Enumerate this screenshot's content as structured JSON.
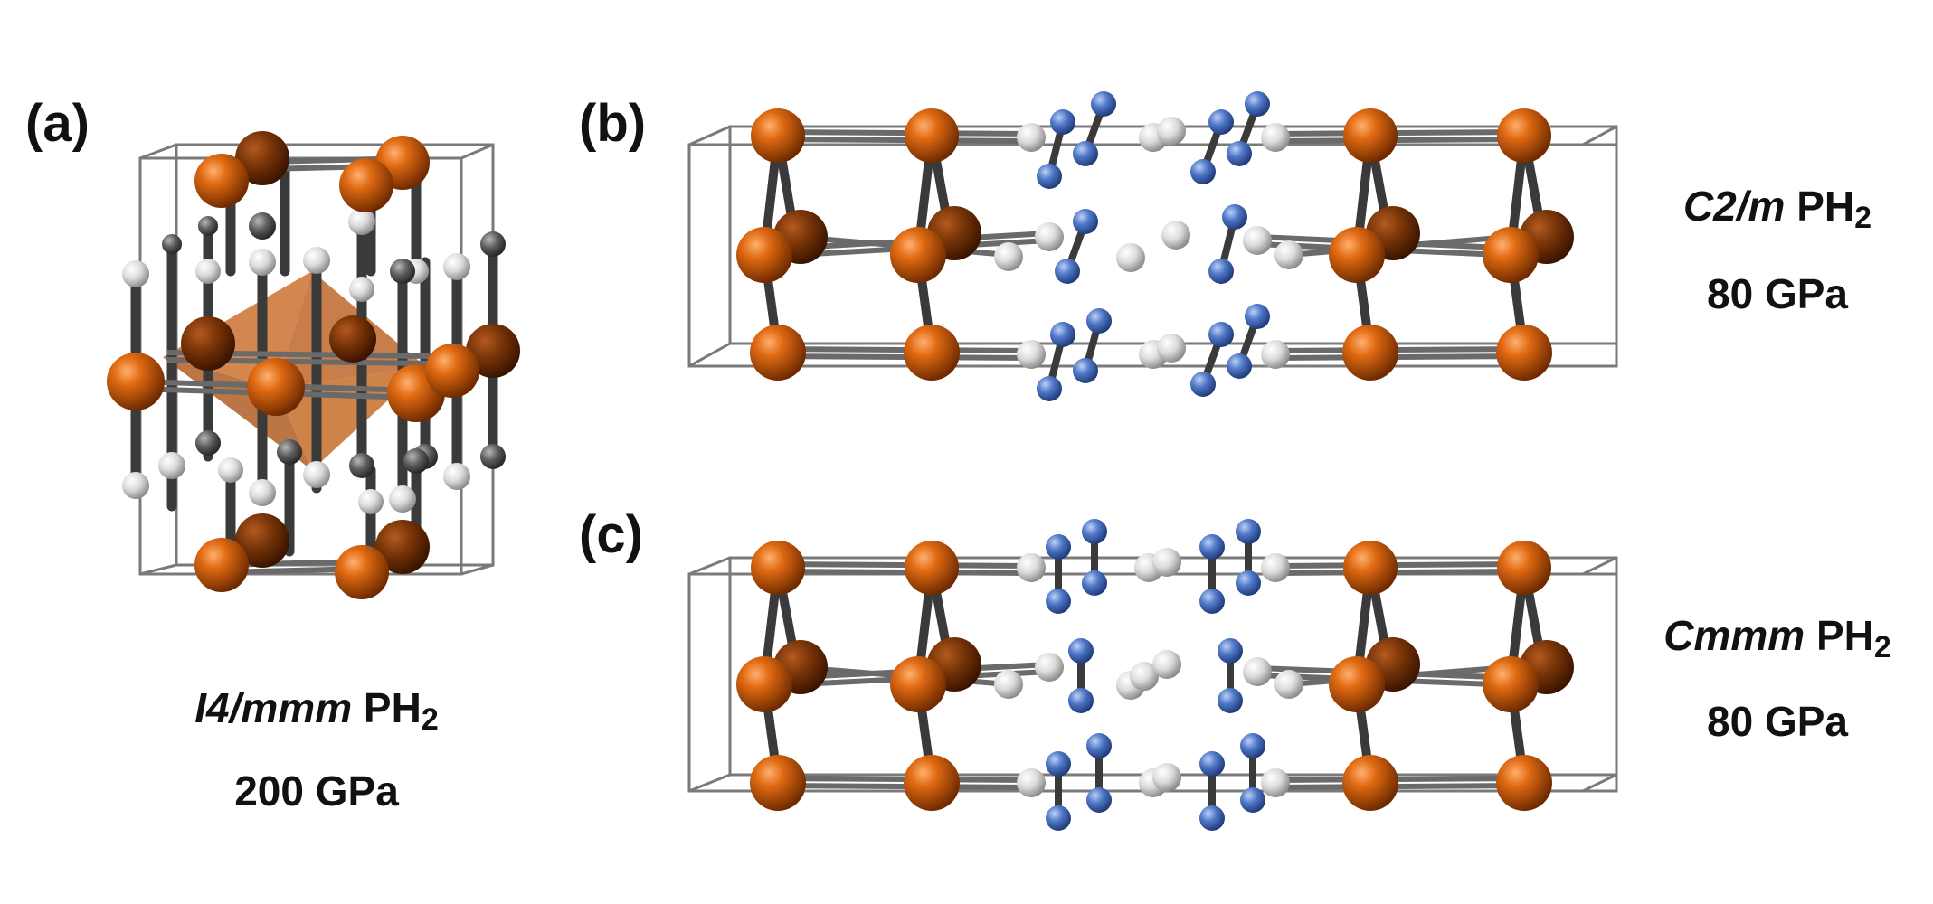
{
  "panels": {
    "a": {
      "label": "(a)",
      "structure": {
        "name": "I4/mmm",
        "formula_main": "PH",
        "formula_sub": "2"
      },
      "pressure": "200 GPa"
    },
    "b": {
      "label": "(b)",
      "structure": {
        "name": "C2/m",
        "formula_main": "PH",
        "formula_sub": "2"
      },
      "pressure": "80 GPa"
    },
    "c": {
      "label": "(c)",
      "structure": {
        "name": "Cmmm",
        "formula_main": "PH",
        "formula_sub": "2"
      },
      "pressure": "80 GPa"
    }
  },
  "colors": {
    "phosphorus": "#d2580a",
    "hydrogen_white": "#e6e6e6",
    "hydrogen_gray": "#5a5a5a",
    "hydrogen_blue": "#4a72c4",
    "bond": "#3a3a3a",
    "cell_edge": "#7a7a7a",
    "octahedron": "#c8641e"
  }
}
